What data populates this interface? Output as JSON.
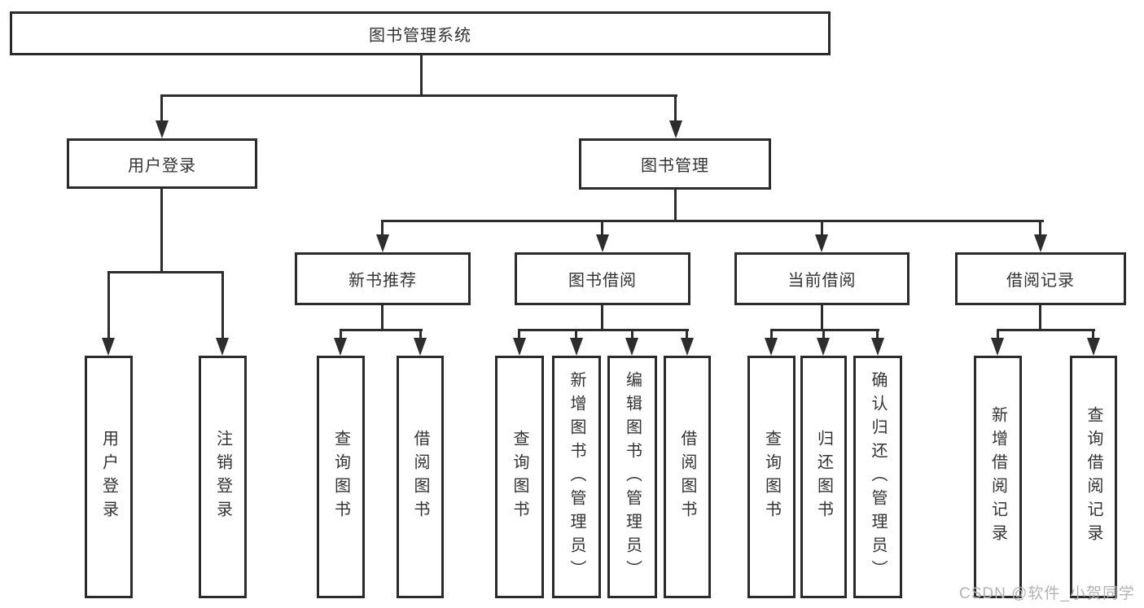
{
  "diagram": {
    "root": {
      "label": "图书管理系统"
    },
    "user_login": {
      "label": "用户登录",
      "children": [
        {
          "label": "用户登录"
        },
        {
          "label": "注销登录"
        }
      ]
    },
    "book_management": {
      "label": "图书管理",
      "sections": [
        {
          "label": "新书推荐",
          "children": [
            {
              "label": "查询图书"
            },
            {
              "label": "借阅图书"
            }
          ]
        },
        {
          "label": "图书借阅",
          "children": [
            {
              "label": "查询图书"
            },
            {
              "label": "新增图书（管理员）"
            },
            {
              "label": "编辑图书（管理员）"
            },
            {
              "label": "借阅图书"
            }
          ]
        },
        {
          "label": "当前借阅",
          "children": [
            {
              "label": "查询图书"
            },
            {
              "label": "归还图书"
            },
            {
              "label": "确认归还（管理员）"
            }
          ]
        },
        {
          "label": "借阅记录",
          "children": [
            {
              "label": "新增借阅记录"
            },
            {
              "label": "查询借阅记录"
            }
          ]
        }
      ]
    }
  },
  "watermark": {
    "text": "CSDN @软件_小贺同学"
  },
  "colors": {
    "line": "#2d2d2d",
    "text": "#333333",
    "watermark": "#b3b3b3",
    "background": "#ffffff"
  }
}
